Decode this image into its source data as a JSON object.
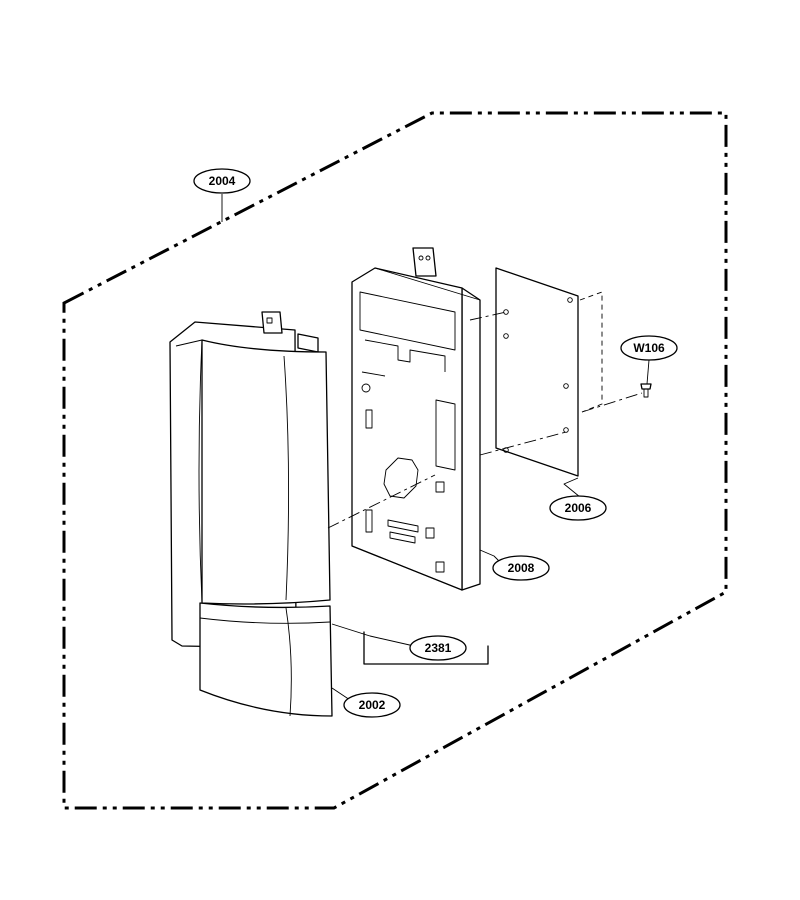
{
  "callouts": {
    "c2004": "2004",
    "cW106": "W106",
    "c2006": "2006",
    "c2008": "2008",
    "c2381": "2381",
    "c2002": "2002"
  }
}
